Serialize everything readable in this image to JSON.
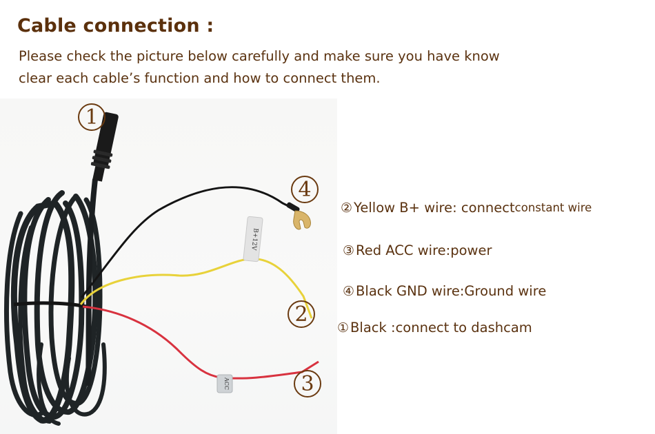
{
  "header": {
    "title": "Cable connection :",
    "intro_lines": [
      "Please check the picture below carefully and make sure you have know",
      "clear each cable’s function and how to connect them."
    ]
  },
  "photo": {
    "callouts": [
      {
        "id": 1,
        "label": "①"
      },
      {
        "id": 2,
        "label": "②"
      },
      {
        "id": 3,
        "label": "③"
      },
      {
        "id": 4,
        "label": "④"
      }
    ],
    "tags": {
      "yellow_tag": "B+12V",
      "red_tag": "ACC"
    },
    "colors": {
      "black_wire": "#141414",
      "yellow_wire": "#e8d23a",
      "red_wire": "#d8323f",
      "cable": "#1f2426",
      "callout": "#6a3a10"
    }
  },
  "legend": [
    {
      "badge": "②",
      "text": "Yellow B+ wire: connect ",
      "small": "constant wire"
    },
    {
      "badge": "③",
      "text": " Red ACC wire:power",
      "small": ""
    },
    {
      "badge": "④",
      "text": " Black GND wire:Ground wire",
      "small": ""
    },
    {
      "badge": "①",
      "text": "Black :connect to dashcam",
      "small": ""
    }
  ]
}
